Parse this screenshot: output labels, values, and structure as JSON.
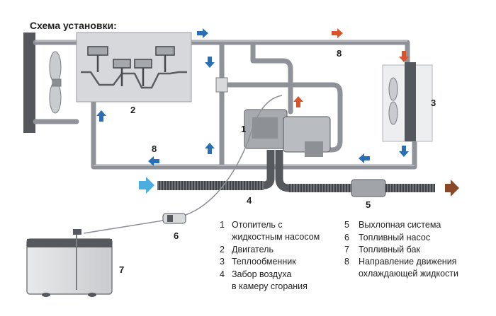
{
  "title": "Схема установки:",
  "numbers": {
    "heater": "1",
    "engine": "2",
    "exchanger": "3",
    "intake": "4",
    "exhaust": "5",
    "pump": "6",
    "tank": "7",
    "flow_top": "8",
    "flow_bottom": "8"
  },
  "legend": [
    {
      "n": "1",
      "line1": "Отопитель с",
      "line2": "жидкостным насосом"
    },
    {
      "n": "2",
      "line1": "Двигатель",
      "line2": ""
    },
    {
      "n": "3",
      "line1": "Теплообменник",
      "line2": ""
    },
    {
      "n": "4",
      "line1": "Забор воздуха",
      "line2": "в камеру сгорания"
    },
    {
      "n": "5",
      "line1": "Выхлопная система",
      "line2": ""
    },
    {
      "n": "6",
      "line1": "Топливный насос",
      "line2": ""
    },
    {
      "n": "7",
      "line1": "Топливный бак",
      "line2": ""
    },
    {
      "n": "8",
      "line1": "Направление движения",
      "line2": "охлаждающей жидкости"
    }
  ],
  "colors": {
    "pipe": "#8f9399",
    "pipe_dark": "#6f7379",
    "engine_fill": "#d6d8db",
    "blue_arrow": "#2a6fb5",
    "red_arrow": "#d8542b",
    "air_arrow": "#4aaee0",
    "exhaust_arrow": "#8a4a2a"
  }
}
